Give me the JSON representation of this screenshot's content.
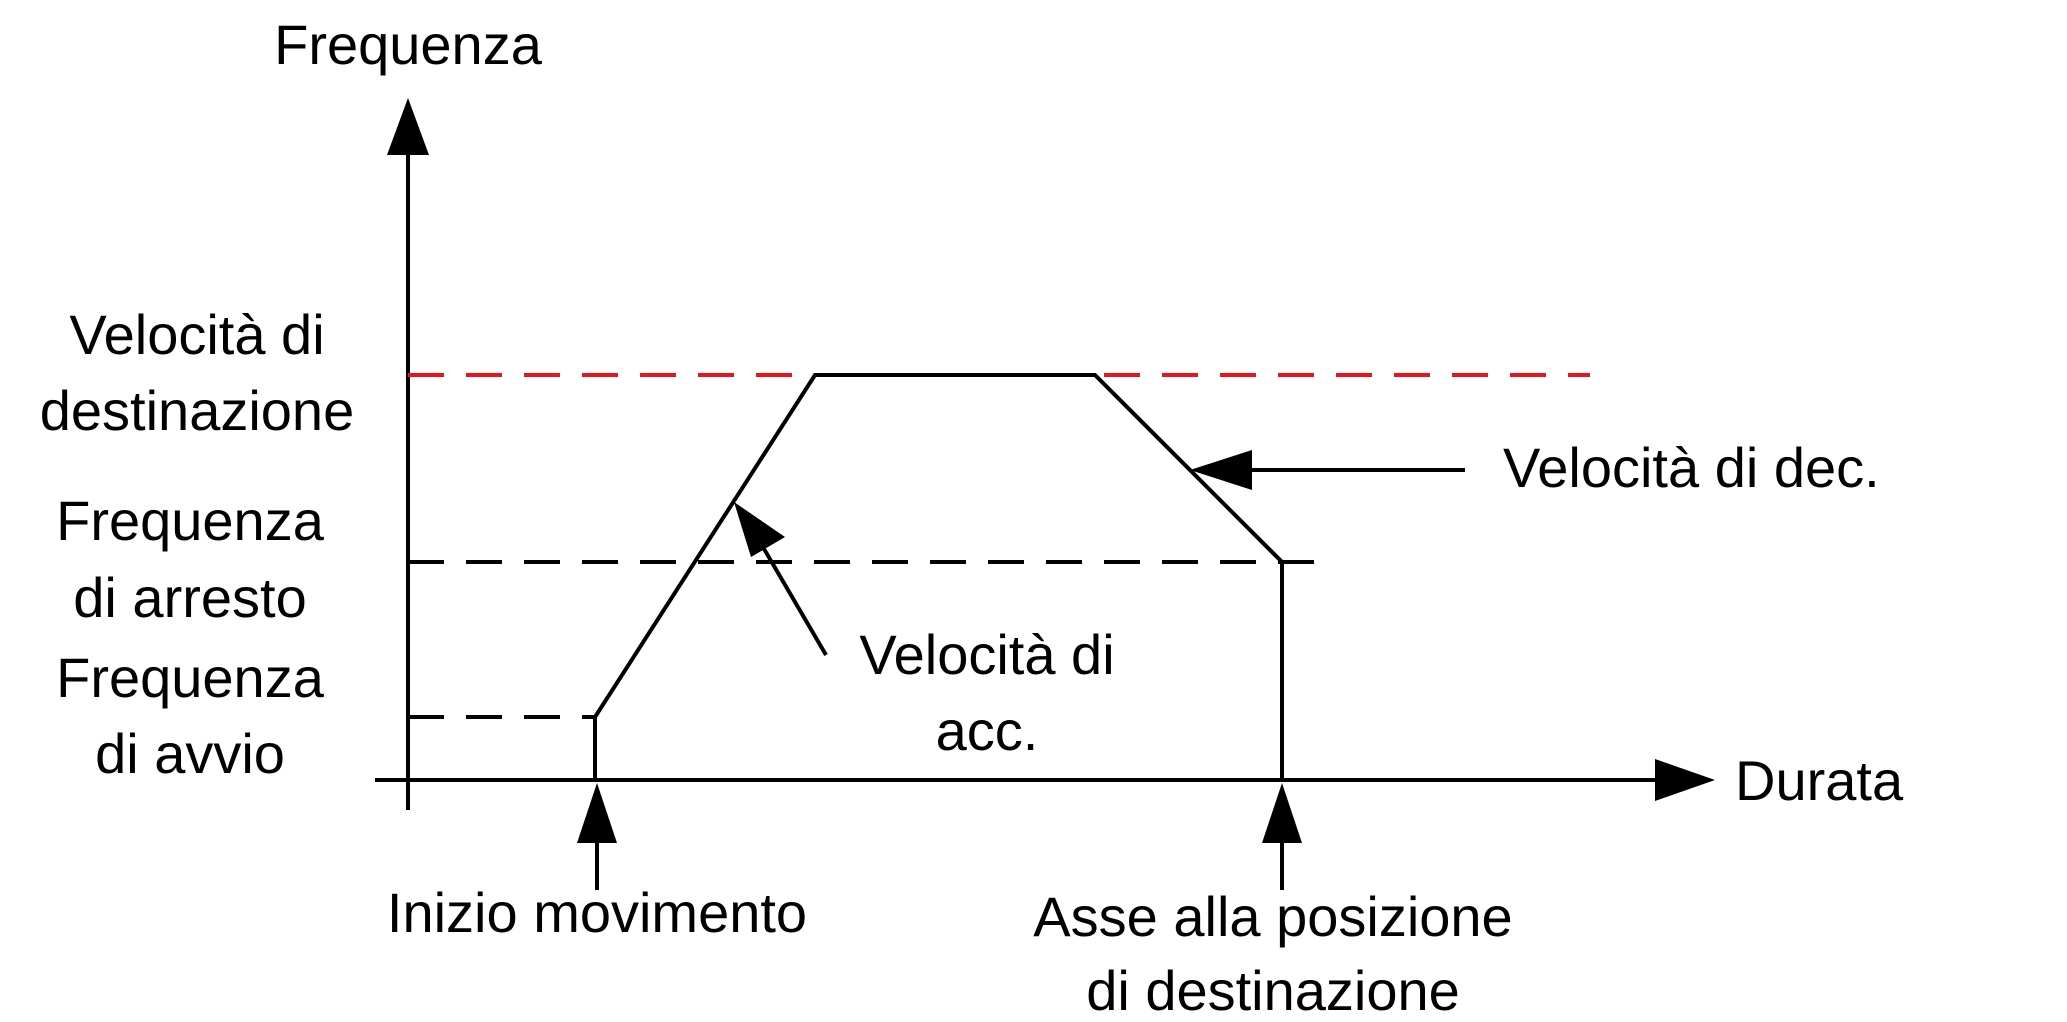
{
  "labels": {
    "y_axis": "Frequenza",
    "x_axis": "Durata",
    "target_speed": [
      "Velocità di",
      "destinazione"
    ],
    "stop_frequency": [
      "Frequenza",
      "di arresto"
    ],
    "start_frequency": [
      "Frequenza",
      "di avvio"
    ],
    "decel_speed": "Velocità di dec.",
    "accel_speed": [
      "Velocità di",
      "acc."
    ],
    "motion_start": "Inizio movimento",
    "axis_at_target": [
      "Asse alla posizione",
      "di destinazione"
    ]
  },
  "colors": {
    "line": "#000000",
    "target_dashed": "#e8141c",
    "background": "#ffffff"
  }
}
